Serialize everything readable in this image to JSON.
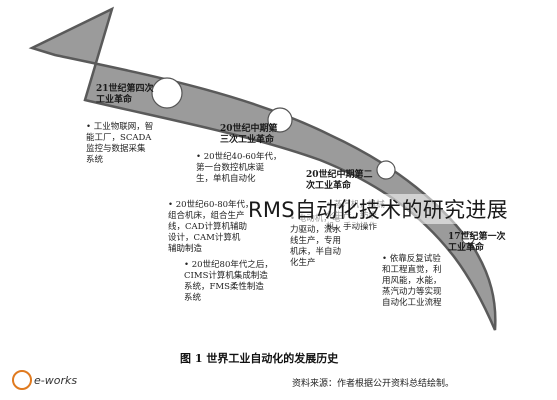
{
  "overlay_title": "RMS自动化技术的研究进展",
  "eras": [
    {
      "title": "21世纪第四次\n工业革命"
    },
    {
      "title": "20世纪中期第\n三次工业革命"
    },
    {
      "title": "20世纪中期第二\n次工业革命"
    },
    {
      "title": "17世纪第一次\n工业革命"
    }
  ],
  "notes": {
    "n1": "• 工业物联网，智\n能工厂，SCADA\n监控与数据采集\n系统",
    "n2": "• 20世纪40-60年代，\n第一台数控机床诞\n生，单机自动化",
    "n3": "• 20世纪60-80年代，\n组合机床，组合生产\n线，CAD计算机辅助\n设计，CAM计算机\n辅助制造",
    "n4": "• 20世纪80年代之后，\nCIMS计算机集成制造\n系统，FMS柔性制造\n系统",
    "n5": "• 电动机，电\n力驱动，流水\n线生产，专用\n机床，半自动\n化生产",
    "n6": "• 蒸汽机，机械\n化生产，纺织\n机，手动操作",
    "n7": "• 依靠反复试验\n和工程直觉，利\n用风能，水能，\n蒸汽动力等实现\n自动化工业流程"
  },
  "caption": "图 1  世界工业自动化的发展历史",
  "source": "资料来源：作者根据公开资料总结绘制。",
  "logo_text": "e-works",
  "colors": {
    "band": "#9b9b9b",
    "band_edge": "#5a5a5a",
    "circle": "#ffffff",
    "text": "#1a1a1a"
  }
}
